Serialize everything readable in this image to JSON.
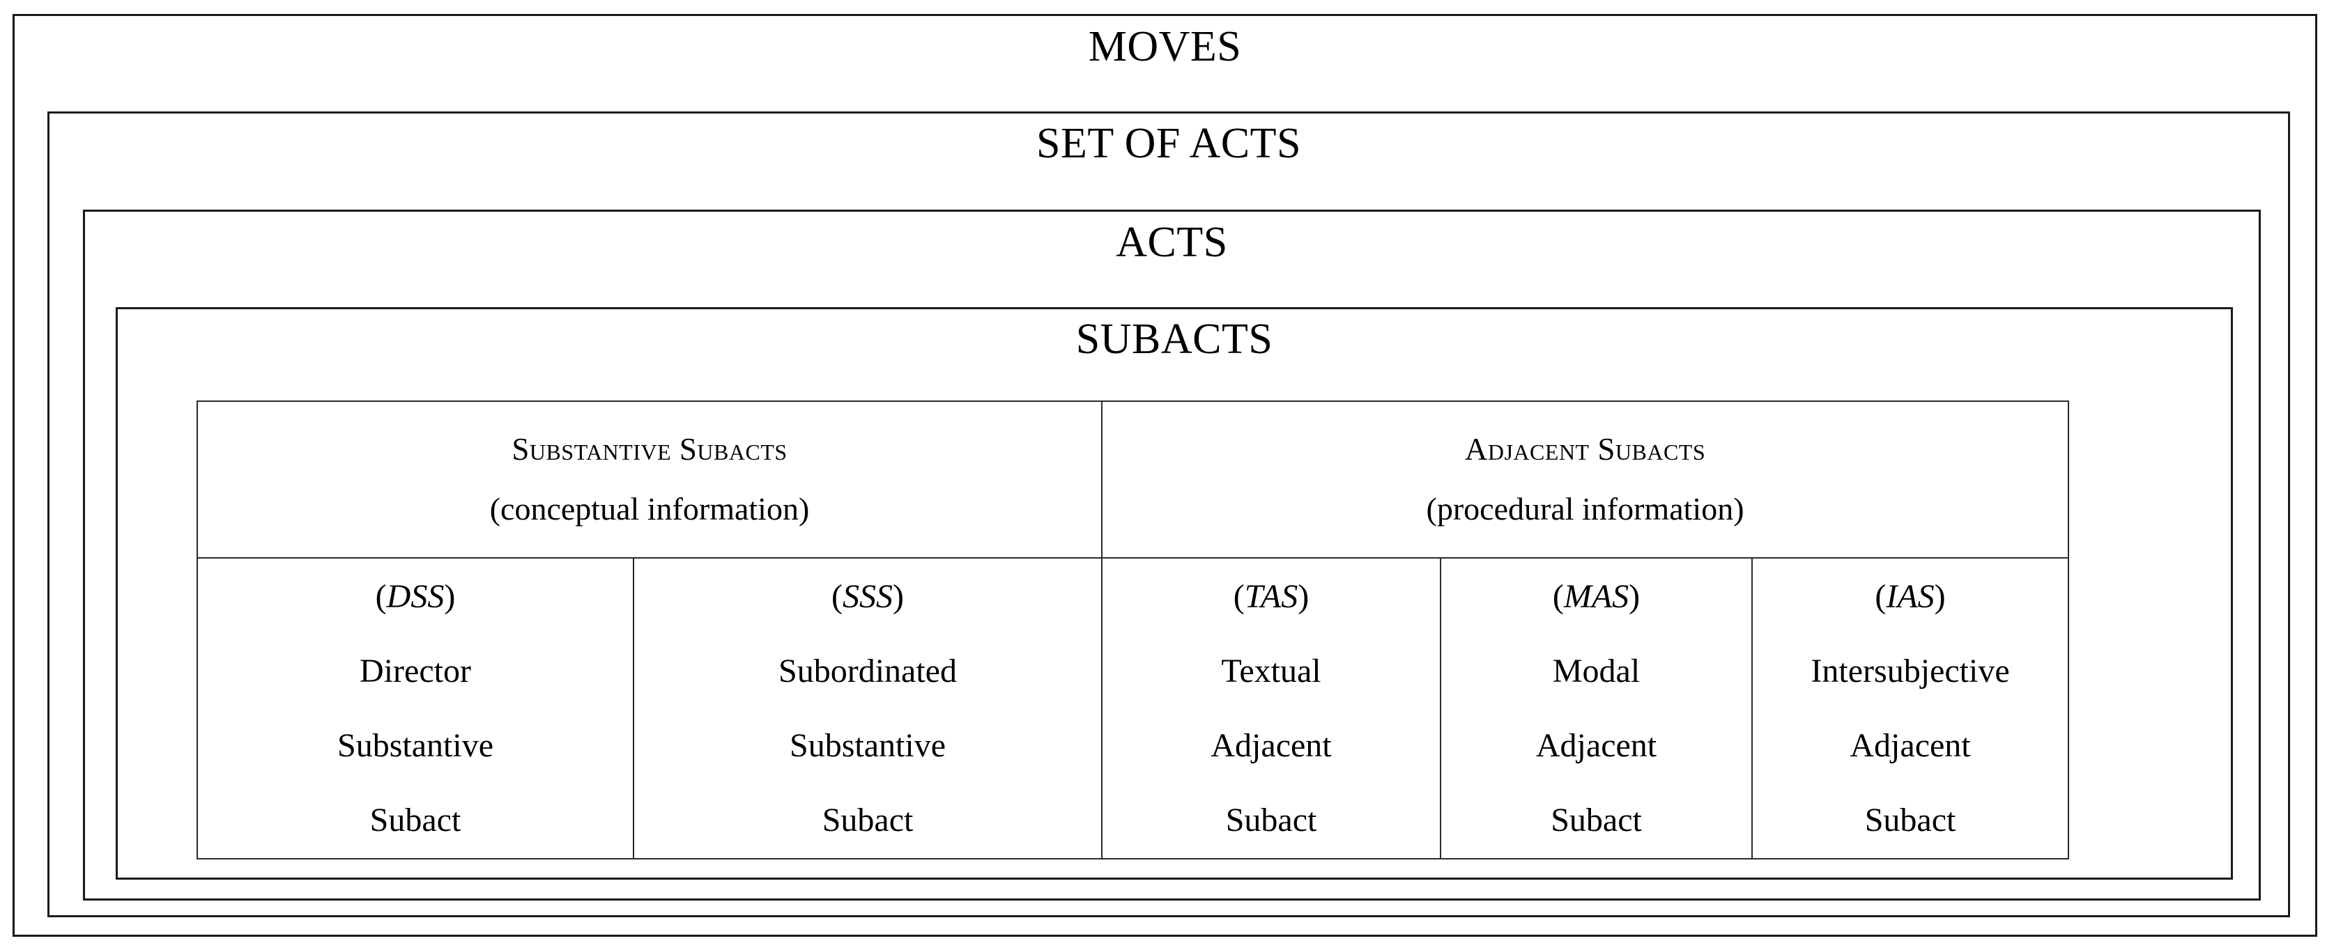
{
  "diagram": {
    "levels": [
      {
        "key": "moves",
        "label": "MOVES"
      },
      {
        "key": "set_of_acts",
        "label": "SET OF ACTS"
      },
      {
        "key": "acts",
        "label": "ACTS"
      },
      {
        "key": "subacts",
        "label": "SUBACTS"
      }
    ],
    "matrix": {
      "groups": [
        {
          "key": "substantive",
          "title": "Substantive Subacts",
          "subtitle": "(conceptual information)",
          "colspan": 2
        },
        {
          "key": "adjacent",
          "title": "Adjacent Subacts",
          "subtitle": "(procedural information)",
          "colspan": 3
        }
      ],
      "columns": [
        {
          "key": "dss",
          "group": "substantive",
          "abbrev_open": "(",
          "abbrev": "DSS",
          "abbrev_close": ")",
          "line1": "Director",
          "line2": "Substantive",
          "line3": "Subact"
        },
        {
          "key": "sss",
          "group": "substantive",
          "abbrev_open": "(",
          "abbrev": "SSS",
          "abbrev_close": ")",
          "line1": "Subordinated",
          "line2": "Substantive",
          "line3": "Subact"
        },
        {
          "key": "tas",
          "group": "adjacent",
          "abbrev_open": "(",
          "abbrev": "TAS",
          "abbrev_close": ")",
          "line1": "Textual",
          "line2": "Adjacent",
          "line3": "Subact"
        },
        {
          "key": "mas",
          "group": "adjacent",
          "abbrev_open": "(",
          "abbrev": "MAS",
          "abbrev_close": ")",
          "line1": "Modal",
          "line2": "Adjacent",
          "line3": "Subact"
        },
        {
          "key": "ias",
          "group": "adjacent",
          "abbrev_open": "(",
          "abbrev": "IAS",
          "abbrev_close": ")",
          "line1": "Intersubjective",
          "line2": "Adjacent",
          "line3": "Subact"
        }
      ]
    },
    "colors": {
      "background": "#ffffff",
      "text": "#000000",
      "outer_border": "#1a1a1a",
      "table_border": "#2a2a2a"
    }
  }
}
